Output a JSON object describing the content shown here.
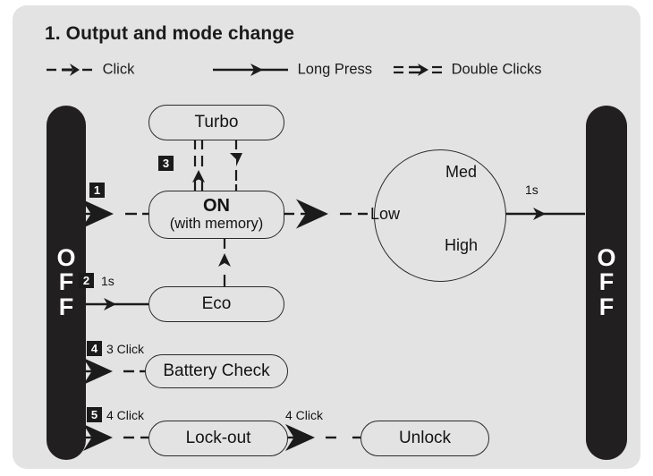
{
  "panel": {
    "title": "1. Output and mode change",
    "background_color": "#e3e3e3",
    "accent_color": "#221f20"
  },
  "legend": [
    {
      "symbol": "dashed-arrow-icon",
      "label": "Click"
    },
    {
      "symbol": "solid-arrow-icon",
      "label": "Long Press"
    },
    {
      "symbol": "double-arrow-icon",
      "label": "Double Clicks"
    }
  ],
  "states": {
    "off_left": "OFF",
    "off_right": "OFF",
    "off_letters": [
      "O",
      "F",
      "F"
    ]
  },
  "nodes": {
    "turbo": "Turbo",
    "on_title": "ON",
    "on_sub": "(with memory)",
    "eco": "Eco",
    "battery_check": "Battery Check",
    "lock_out": "Lock-out",
    "unlock": "Unlock"
  },
  "mode_circle": {
    "low": "Low",
    "med": "Med",
    "high": "High",
    "direction": "clockwise"
  },
  "transitions": [
    {
      "badge": "1",
      "note": "",
      "from": "OFF",
      "to": "ON",
      "type": "click"
    },
    {
      "badge": "2",
      "note": "1s",
      "from": "OFF",
      "to": "Eco",
      "type": "long-press"
    },
    {
      "badge": "3",
      "note": "",
      "from": "ON",
      "to": "Turbo",
      "type": "double-click"
    },
    {
      "badge": "4",
      "note": "3 Click",
      "from": "OFF",
      "to": "Battery Check",
      "type": "click"
    },
    {
      "badge": "5",
      "note": "4 Click",
      "from": "OFF",
      "to": "Lock-out",
      "type": "click"
    }
  ],
  "notes": {
    "one_second_left": "1s",
    "one_second_right": "1s",
    "three_click": "3 Click",
    "four_click_a": "4 Click",
    "four_click_b": "4 Click"
  }
}
